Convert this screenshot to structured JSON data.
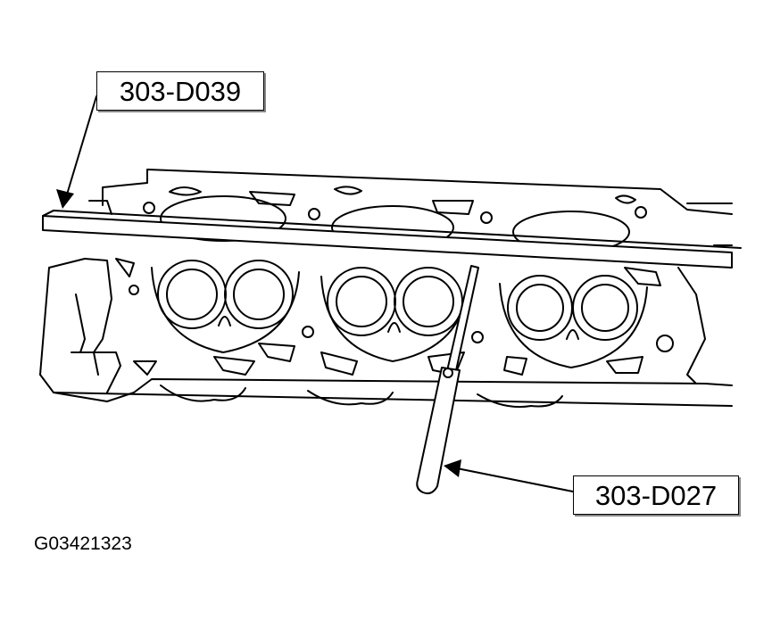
{
  "callouts": {
    "straightedge_tool": "303-D039",
    "feeler_gauge_tool": "303-D027"
  },
  "figure_id": "G03421323",
  "colors": {
    "line": "#000000",
    "background": "#ffffff",
    "shadow": "#888888"
  }
}
